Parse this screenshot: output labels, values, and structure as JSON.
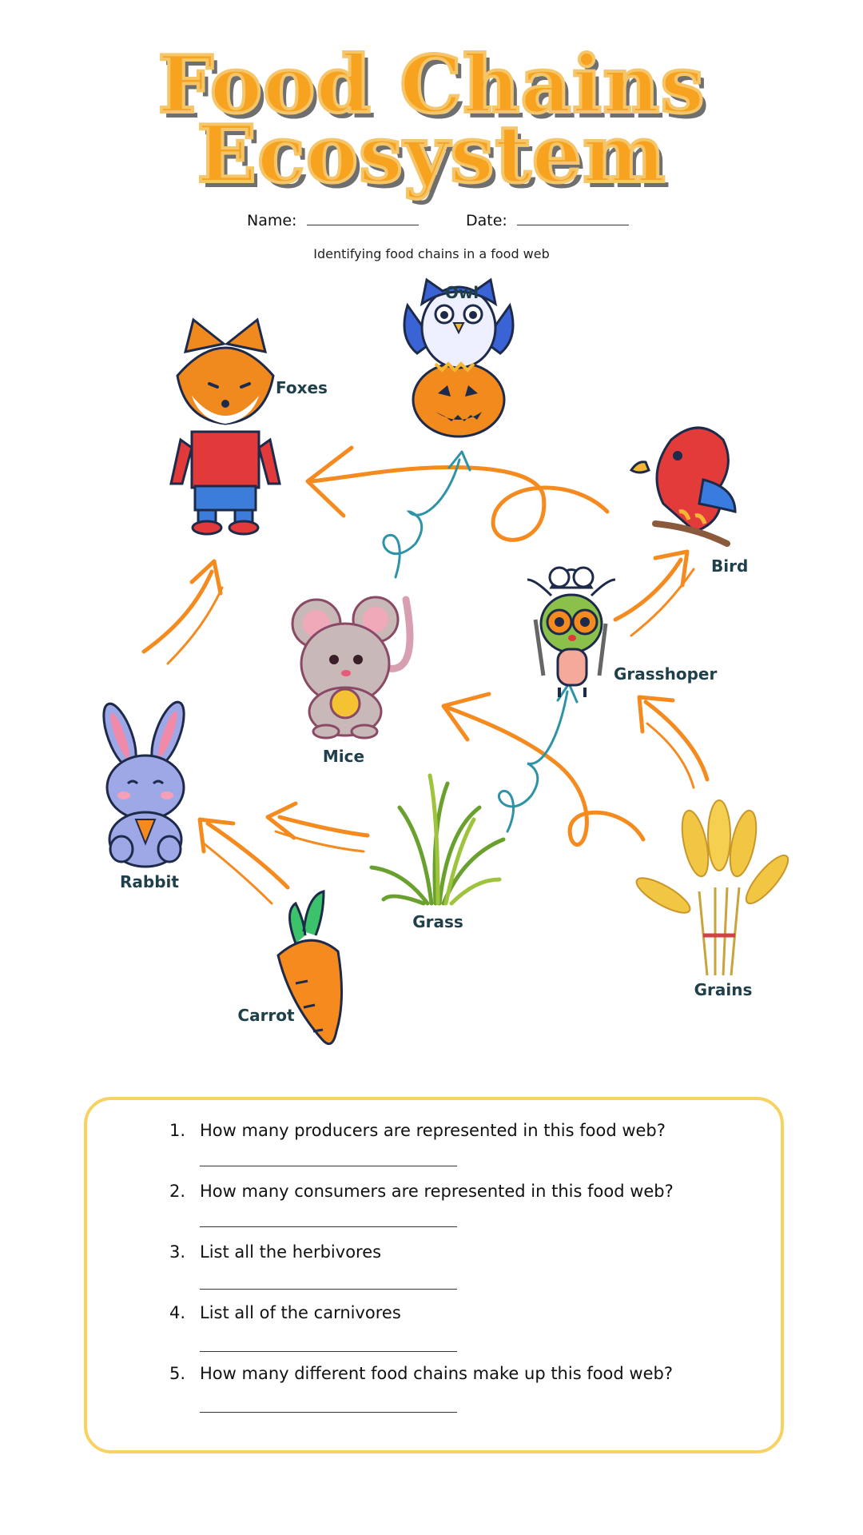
{
  "title": {
    "line1": "Food Chains",
    "line2": "Ecosystem"
  },
  "header": {
    "name_label": "Name:",
    "date_label": "Date:",
    "subtitle": "Identifying food chains in a food web"
  },
  "organisms": {
    "owl": "Owl",
    "foxes": "Foxes",
    "bird": "Bird",
    "mice": "Mice",
    "grasshopper": "Grasshoper",
    "rabbit": "Rabbit",
    "grass": "Grass",
    "grains": "Grains",
    "carrot": "Carrot"
  },
  "questions": [
    {
      "num": "1.",
      "text": "How many producers are represented in this food web?"
    },
    {
      "num": "2.",
      "text": "How many consumers are represented in this food web?"
    },
    {
      "num": "3.",
      "text": "List all the herbivores"
    },
    {
      "num": "4.",
      "text": "List all of the carnivores"
    },
    {
      "num": "5.",
      "text": "How many different food chains make up this food web?"
    }
  ],
  "colors": {
    "title": "#f7a31f",
    "arrow": "#f58a1f",
    "arrow_blue": "#2f93a8",
    "box_border": "#f7d260"
  }
}
